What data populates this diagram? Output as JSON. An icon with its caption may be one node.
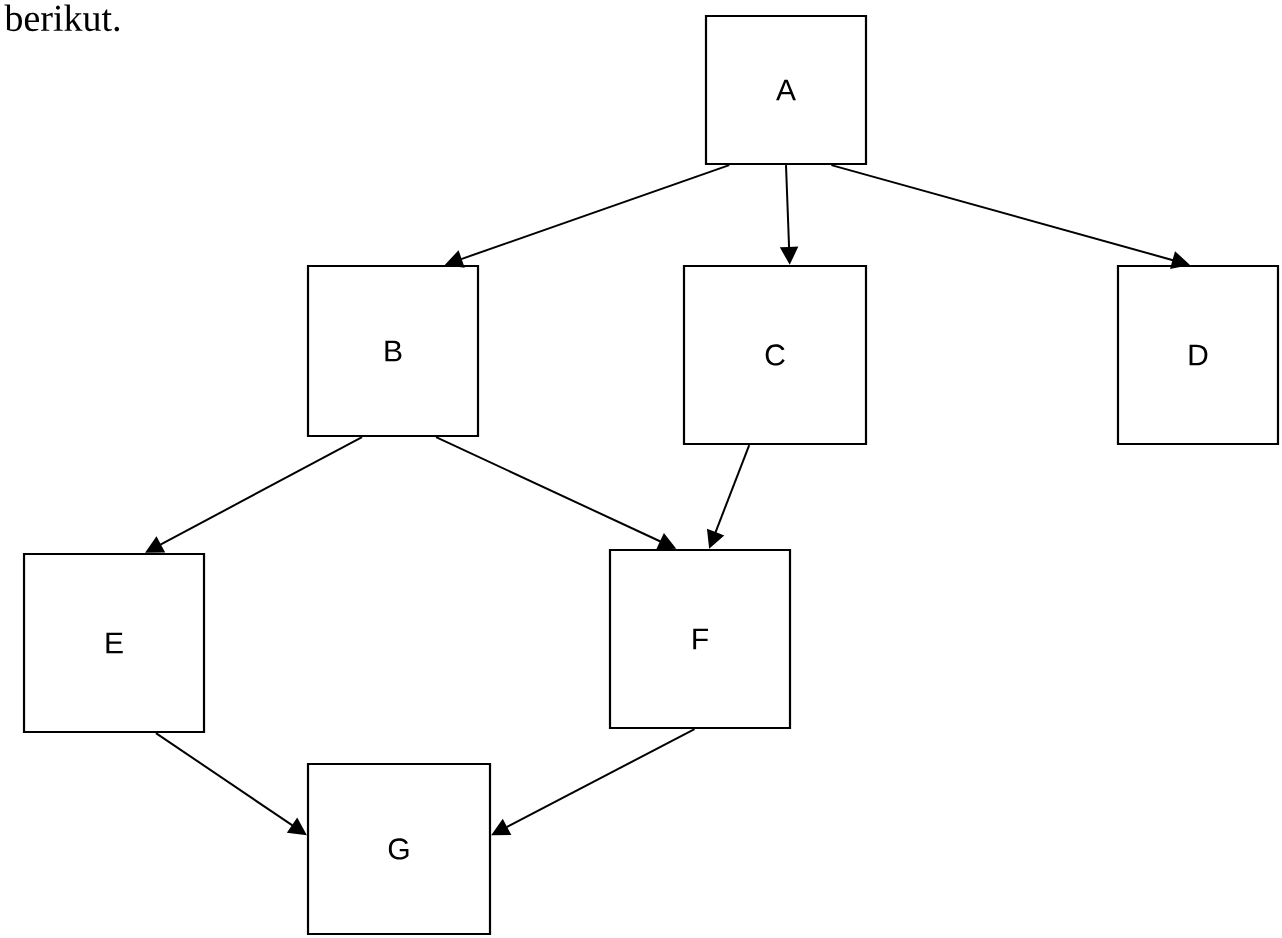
{
  "diagram": {
    "nodes": [
      {
        "text": [
          "A"
        ]
      },
      {
        "text": [
          "B"
        ]
      },
      {
        "text": [
          "C"
        ]
      },
      {
        "text": [
          "D"
        ]
      },
      {
        "text": [
          "E"
        ]
      },
      {
        "text": [
          "F"
        ]
      },
      {
        "text": [
          "G"
        ]
      }
    ],
    "edges": [
      {
        "from": 0,
        "to": 1,
        "arrow": "to"
      },
      {
        "from": 0,
        "to": 2,
        "arrow": "to"
      },
      {
        "from": 0,
        "to": 3,
        "arrow": "to"
      },
      {
        "from": 1,
        "to": 4,
        "arrow": "to"
      },
      {
        "from": 1,
        "to": 5,
        "arrow": "to"
      },
      {
        "from": 2,
        "to": 5,
        "arrow": "to"
      },
      {
        "from": 4,
        "to": 6,
        "arrow": "to"
      },
      {
        "from": 5,
        "to": 6,
        "arrow": "to"
      }
    ],
    "labels": [
      "berikut."
    ]
  }
}
